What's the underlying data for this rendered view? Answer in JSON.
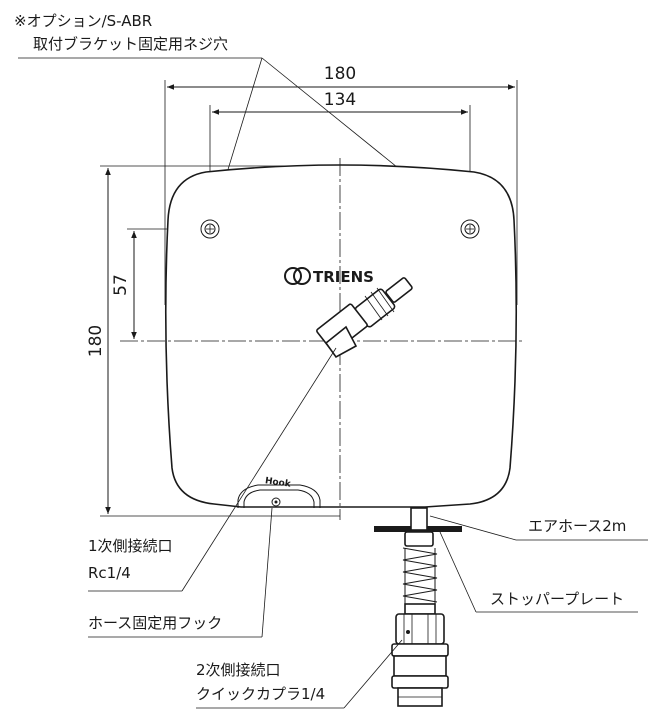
{
  "option_note": {
    "line1": "※オプション/S-ABR",
    "line2": "取付ブラケット固定用ネジ穴"
  },
  "dimensions": {
    "width_outer": "180",
    "width_holes": "134",
    "height_outer": "180",
    "height_center": "57"
  },
  "brand": {
    "logo_text": "TRIENS",
    "hook_text": "Hook"
  },
  "callouts": {
    "primary_connection_line1": "1次側接続口",
    "primary_connection_line2": "Rc1/4",
    "hose_hook": "ホース固定用フック",
    "secondary_connection_line1": "2次側接続口",
    "secondary_connection_line2": "クイックカプラ1/4",
    "air_hose": "エアホース2m",
    "stopper_plate": "ストッパープレート"
  }
}
